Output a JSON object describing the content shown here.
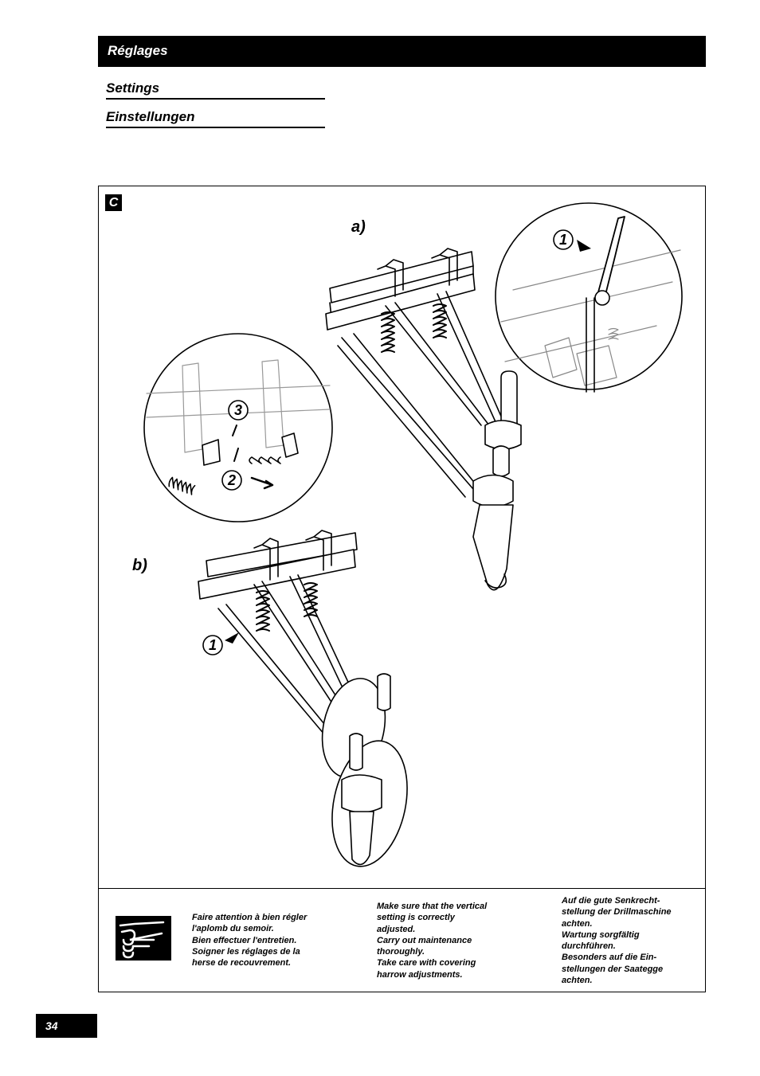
{
  "header": {
    "title": "Réglages"
  },
  "subtitles": {
    "en": "Settings",
    "de": "Einstellungen"
  },
  "figure": {
    "section_label": "C",
    "labels": {
      "a": "a)",
      "b": "b)"
    },
    "callouts": {
      "one": "1",
      "two": "2",
      "three": "3"
    }
  },
  "notes": {
    "icon": "pointing-hand-icon",
    "fr": [
      "Faire attention à bien régler",
      "l'aplomb du semoir.",
      "Bien effectuer l'entretien.",
      "Soigner les réglages de la",
      "herse de recouvrement."
    ],
    "en": [
      "Make sure that the vertical",
      "setting is correctly",
      "adjusted.",
      "Carry out maintenance",
      "thoroughly.",
      "Take care with covering",
      "harrow adjustments."
    ],
    "de": [
      "Auf die gute Senkrecht-",
      "stellung der Drillmaschine",
      "achten.",
      "Wartung sorgfältig",
      "durchführen.",
      "Besonders auf die Ein-",
      "stellungen der Saategge",
      "achten."
    ]
  },
  "page_number": "34"
}
